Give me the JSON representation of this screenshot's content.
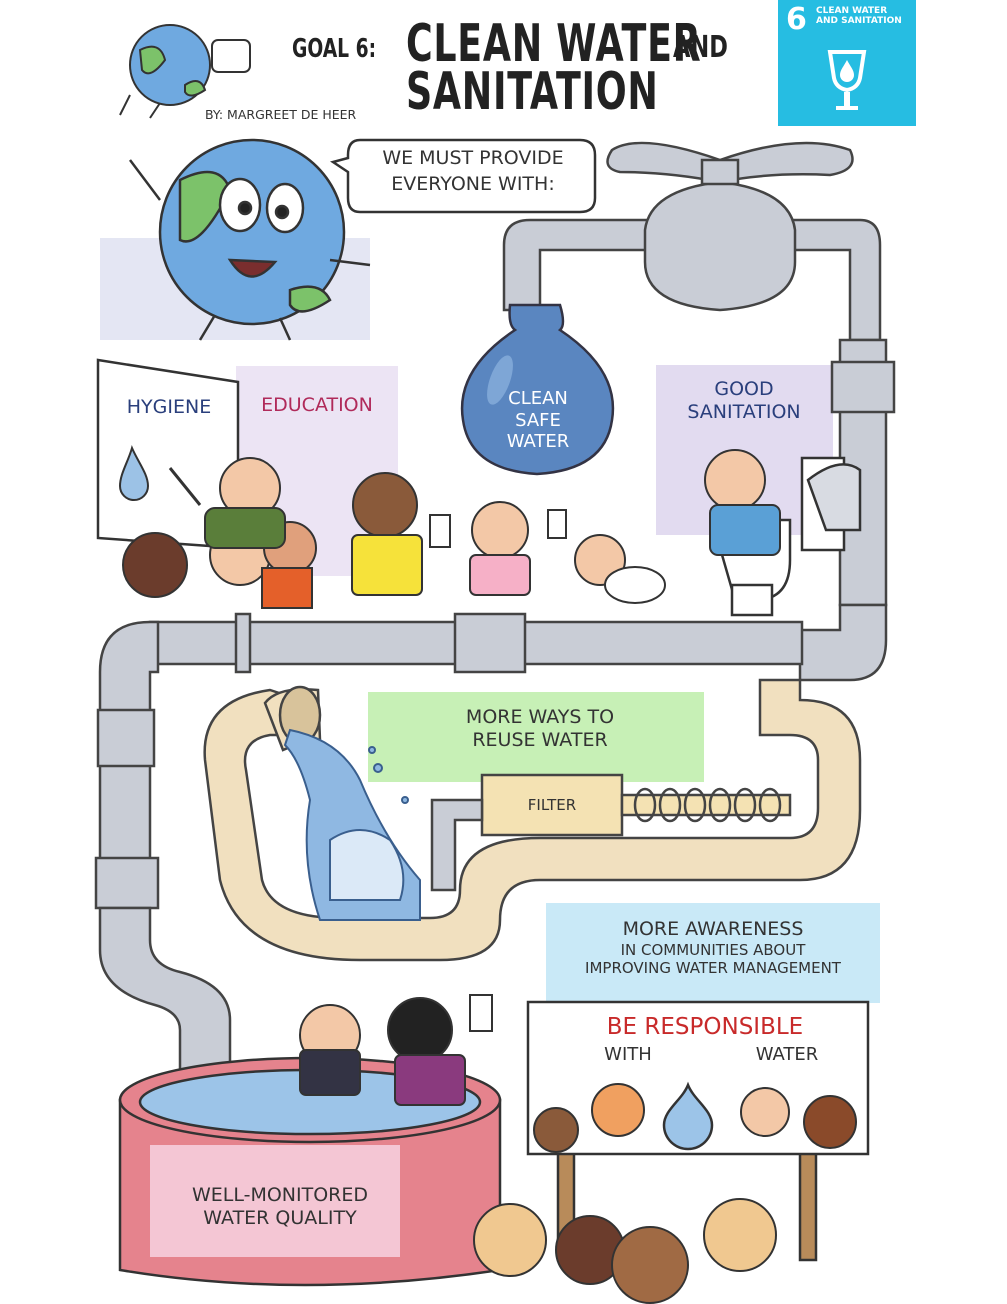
{
  "header": {
    "goal_prefix": "GOAL 6:",
    "title_line1": "CLEAN WATER",
    "title_and": "AND",
    "title_line2": "SANITATION",
    "author": "BY: MARGREET DE HEER"
  },
  "sdg_badge": {
    "number": "6",
    "text_line1": "CLEAN WATER",
    "text_line2": "AND SANITATION",
    "color": "#26bde2"
  },
  "speech": {
    "line1": "WE MUST PROVIDE",
    "line2": "EVERYONE WITH:"
  },
  "labels": {
    "hygiene": "HYGIENE",
    "education": "EDUCATION",
    "water_line1": "CLEAN",
    "water_line2": "SAFE",
    "water_line3": "WATER",
    "sanitation_line1": "GOOD",
    "sanitation_line2": "SANITATION",
    "reuse_line1": "MORE WAYS TO",
    "reuse_line2": "REUSE WATER",
    "filter": "FILTER",
    "awareness_line1": "MORE AWARENESS",
    "awareness_line2": "IN COMMUNITIES ABOUT",
    "awareness_line3": "IMPROVING WATER MANAGEMENT",
    "responsible_line1": "BE RESPONSIBLE",
    "responsible_with": "WITH",
    "responsible_water": "WATER",
    "quality_line1": "WELL-MONITORED",
    "quality_line2": "WATER QUALITY"
  },
  "colors": {
    "pipe": "#c9cdd6",
    "reuse_pipe": "#f1e0bf",
    "water": "#5a86c0",
    "education_panel": "#ece4f4",
    "sanitation_panel": "#e2dbf0",
    "reuse_panel": "#c7f0b6",
    "awareness_panel": "#c9e9f7",
    "tank": "#e5838d",
    "quality_panel": "#f4c6d4",
    "responsible_red": "#c82a2a"
  }
}
